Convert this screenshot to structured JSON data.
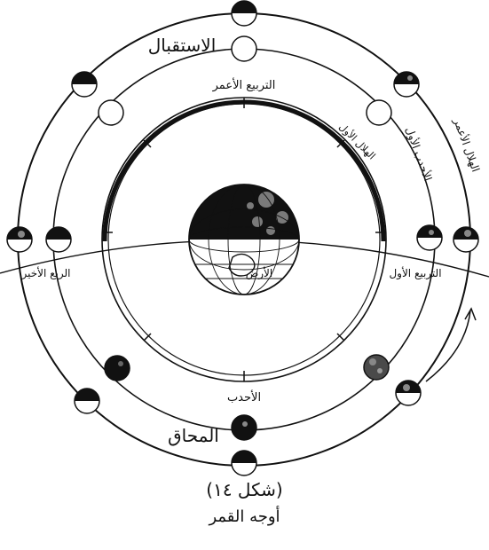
{
  "labels": {
    "apogee": "الاستقبال",
    "square_top": "التربيع الأعمر",
    "hilal_right": "الهلال الأول",
    "crescent_first": "التربيع الأول",
    "square_left": "الربع الأخير",
    "gibbous_bottom": "الأحدب",
    "mahaq": "المحاق",
    "earth": "الأرض",
    "right_outer_1": "الأحدب الأول",
    "right_outer_2": "الهلال الأعمر"
  },
  "caption": {
    "figure": "(شكل ١٤)",
    "title": "أوجه القمر"
  },
  "colors": {
    "ink": "#111111",
    "paper": "#ffffff",
    "earth_speckle": "#6a6a6a"
  }
}
